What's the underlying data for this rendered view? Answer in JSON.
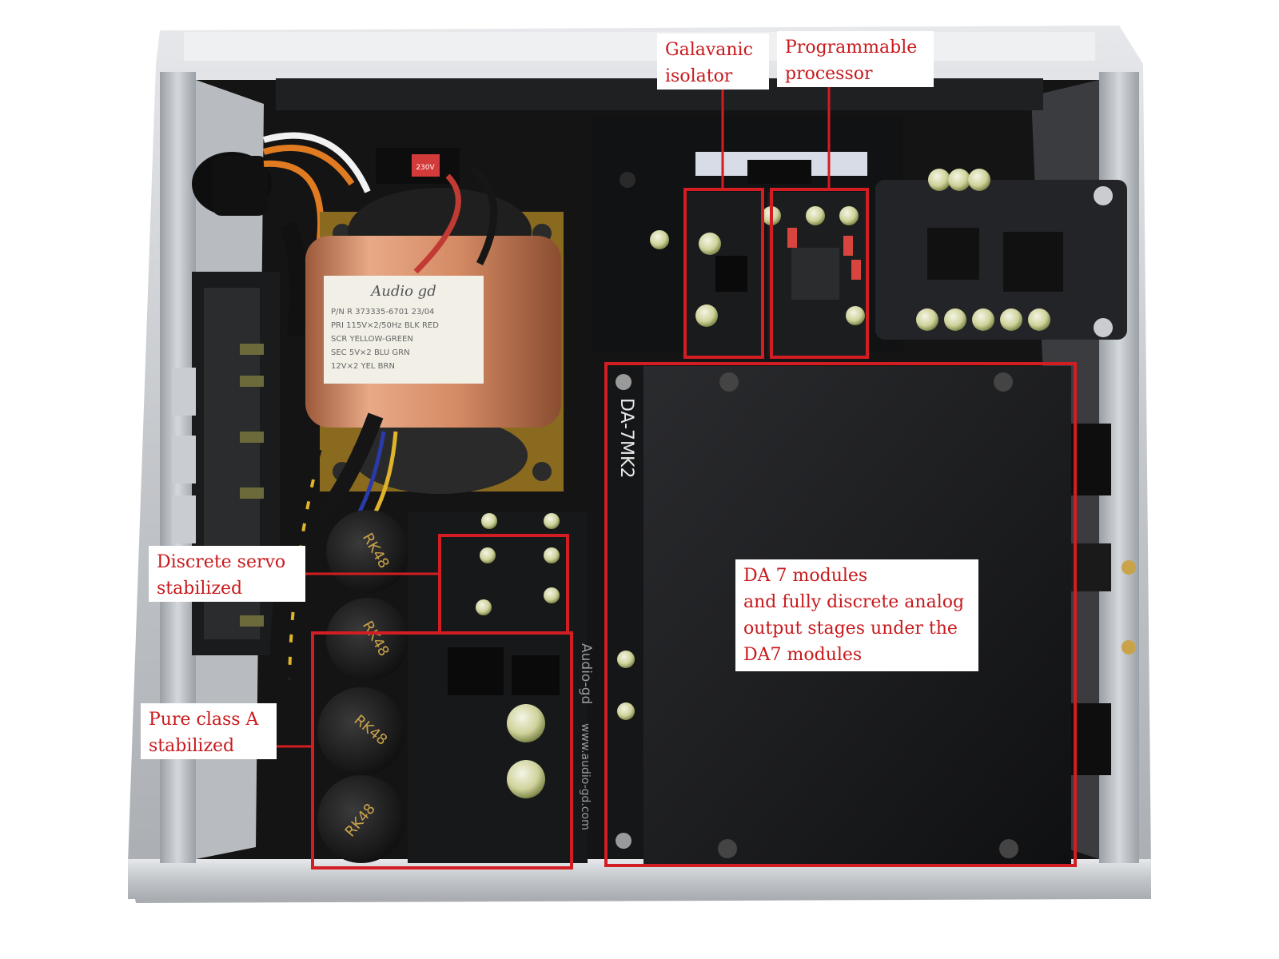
{
  "photo": {
    "subject": "audio-dac-internal-chassis",
    "silk_text": {
      "transformer_brand": "Audio gd",
      "transformer_label_lines": [
        "P/N R 373335-6701 23/04",
        "PRI 115V×2/50Hz  BLK RED",
        "SCR YELLOW-GREEN",
        "SEC 5V×2        BLU GRN",
        "      12V×2        YEL BRN"
      ],
      "voltage_switch": "230V",
      "module_board": "DA-7MK2",
      "capacitors": [
        "RK48",
        "RK48",
        "RK48",
        "RK48"
      ],
      "pcb_vertical_text": "Audio-gd",
      "pcb_vertical_text_2": "www.audio-gd.com"
    },
    "colors": {
      "background": "#ffffff",
      "chassis": "#c9ccd0",
      "chassis_dark": "#8e9196",
      "interior": "#141414",
      "pcb": "#1b1c1e",
      "copper": "#d6916b",
      "callout_red": "#d21d22",
      "annotation_text": "#c8191c"
    }
  },
  "annotations": {
    "galvanic": {
      "line1": "Galavanic",
      "line2": "isolator"
    },
    "processor": {
      "line1": "Programmable",
      "line2": "processor"
    },
    "servo": {
      "line1": "Discrete servo",
      "line2": "stabilized"
    },
    "classa": {
      "line1": "Pure class A",
      "line2": "stabilized"
    },
    "da7": {
      "line1": "DA 7 modules",
      "line2": "and fully discrete analog",
      "line3": "output stages under the",
      "line4": "DA7 modules"
    }
  }
}
